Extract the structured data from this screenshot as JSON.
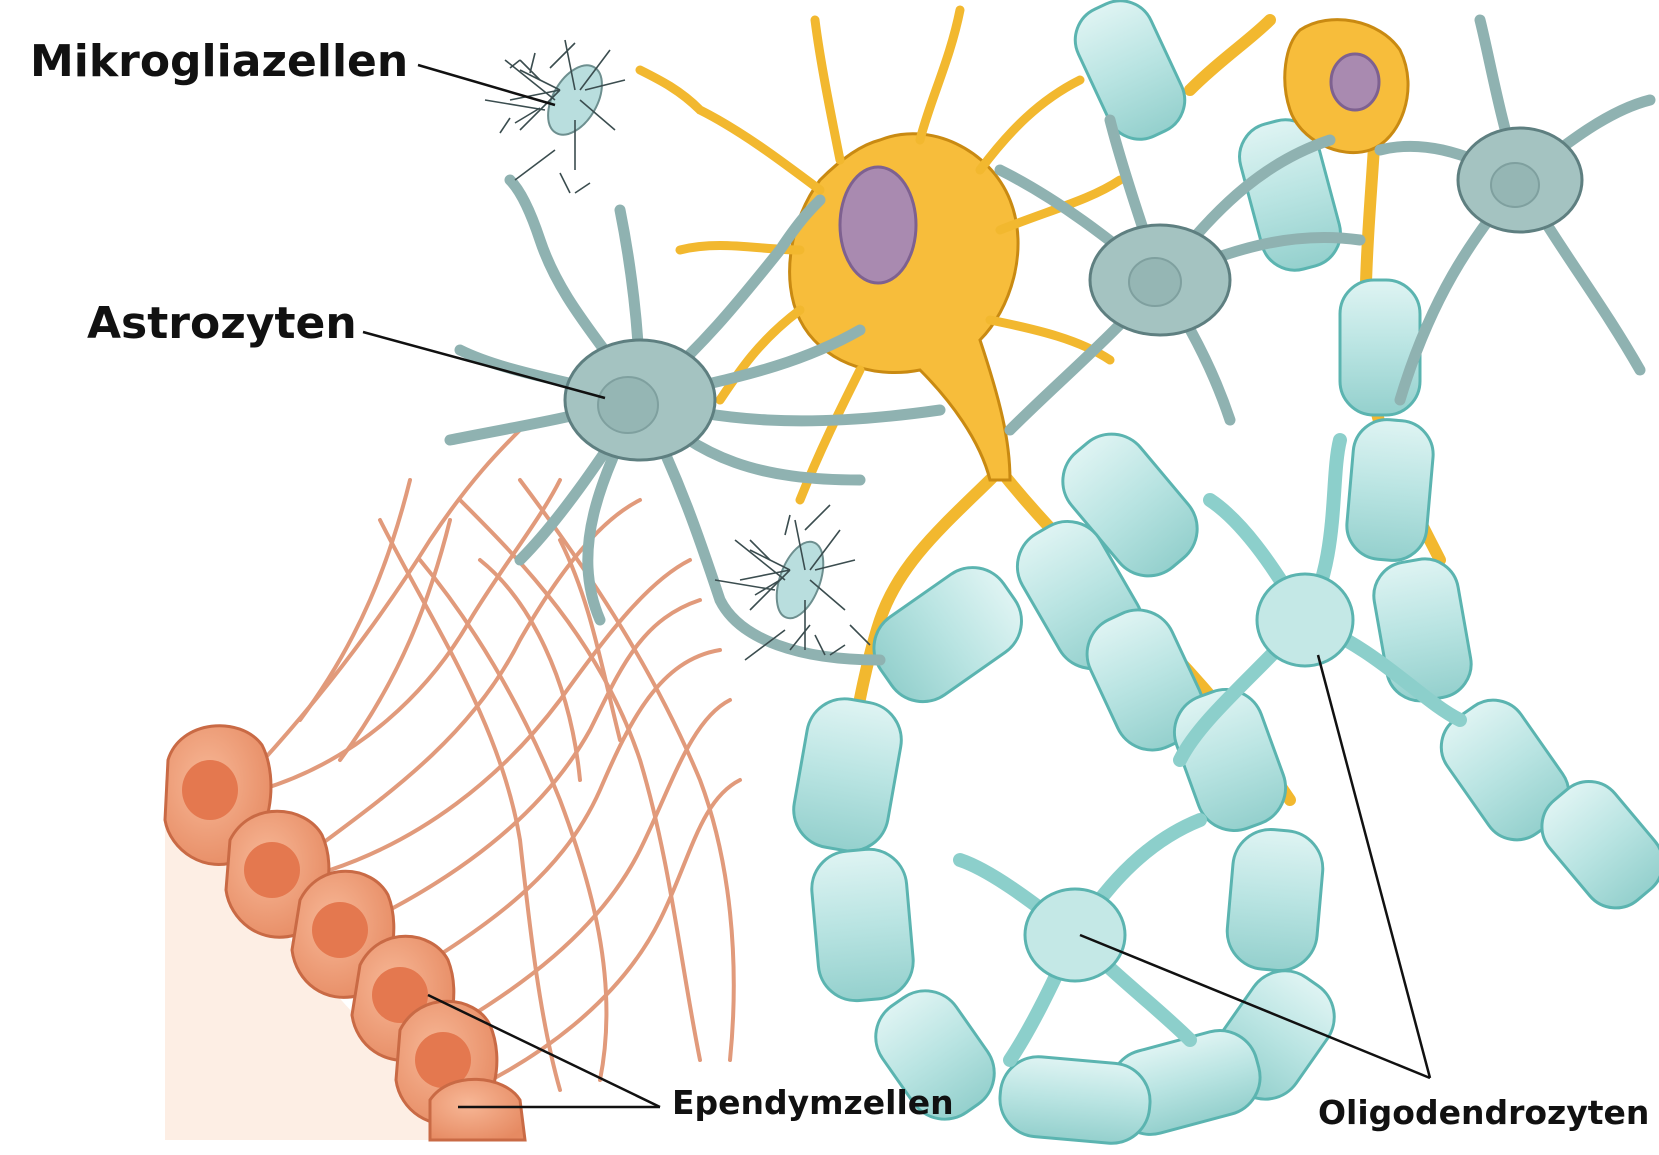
{
  "labels": {
    "microglia": "Mikrogliazellen",
    "astrocytes": "Astrozyten",
    "ependymal": "Ependymzellen",
    "oligodendrocytes": "Oligodendrozyten"
  },
  "colors": {
    "neuron": "#f7bd3b",
    "neuron_outline": "#c98a12",
    "nucleus": "#a98ab0",
    "astrocyte": "#a4c3c1",
    "astrocyte_outline": "#5e7f80",
    "myelin": "#b6e3e1",
    "myelin_outline": "#5bb4b0",
    "ependymal": "#f2a07c",
    "ependymal_outline": "#c96a45",
    "ventricle": "#fdeee4",
    "fiber": "#e19a7b"
  }
}
